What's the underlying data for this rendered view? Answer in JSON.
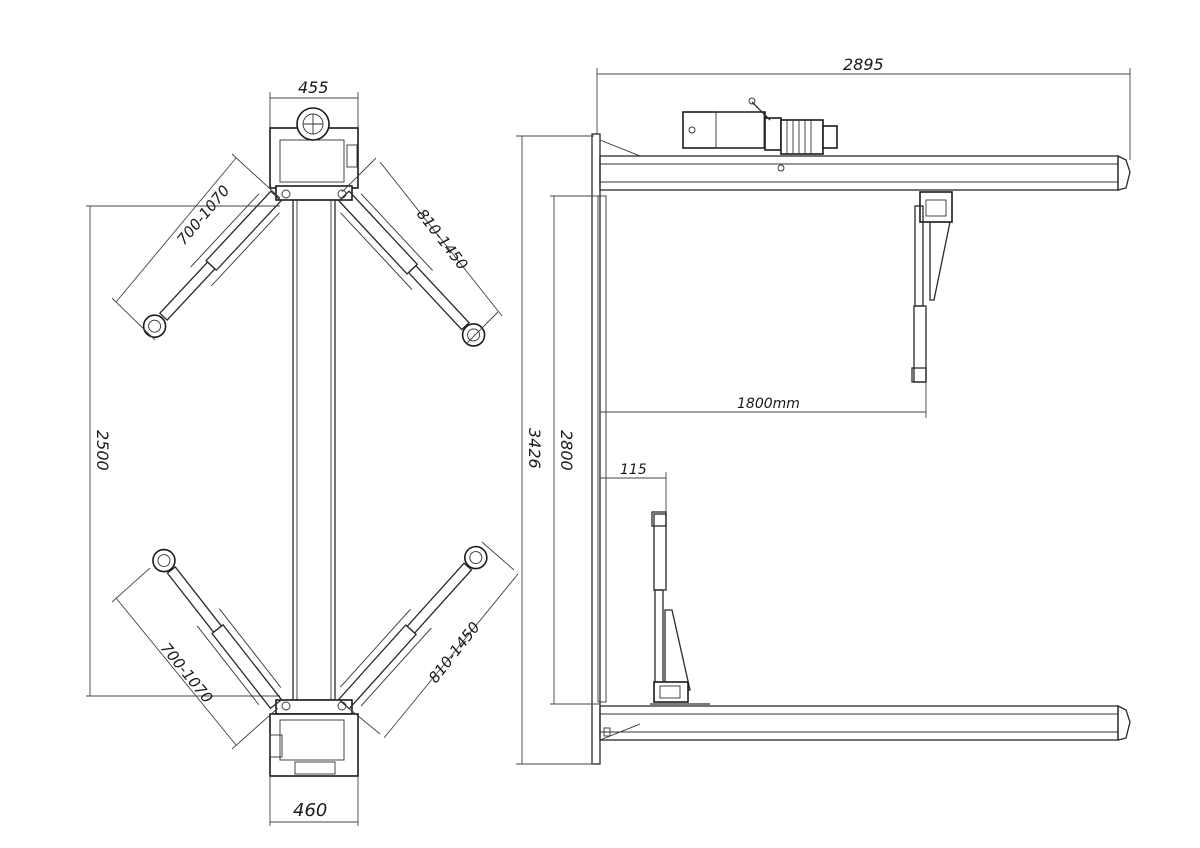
{
  "drawing": {
    "colors": {
      "line": "#2a2a2a",
      "background": "#ffffff"
    },
    "top_view": {
      "dimensions": {
        "column_width_top": "455",
        "column_width_bottom": "460",
        "column_spacing": "2500",
        "arm_upper_left": "700-1070",
        "arm_upper_right": "810-1450",
        "arm_lower_left": "700-1070",
        "arm_lower_right": "810-1450"
      }
    },
    "side_view": {
      "dimensions": {
        "overall_width": "2895",
        "overall_height": "3426",
        "inner_height": "2800",
        "reach": "1800mm",
        "offset": "115"
      }
    }
  }
}
